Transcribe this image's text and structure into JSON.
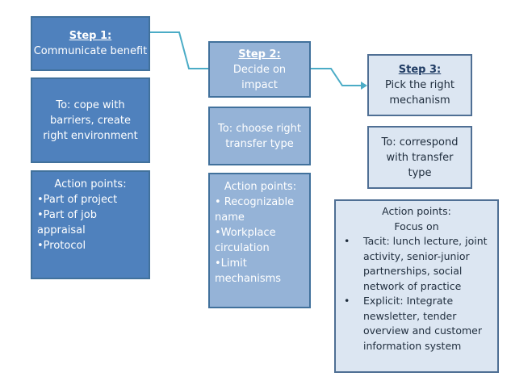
{
  "step1": {
    "title": "Step 1:",
    "text": "Communicate benefit",
    "goal": "To: cope with barriers, create right environment",
    "action_title": "Action points:",
    "items": [
      "•Part of project",
      "•Part of job appraisal",
      "•Protocol"
    ]
  },
  "step2": {
    "title": "Step 2:",
    "text": "Decide on impact",
    "goal": "To: choose right transfer type",
    "action_title": "Action points:",
    "items": [
      "• Recognizable name",
      "•Workplace circulation",
      "•Limit mechanisms"
    ]
  },
  "step3": {
    "title": "Step 3:",
    "text": "Pick the right mechanism",
    "goal": "To: correspond with transfer type",
    "action_title": "Action points:",
    "focus": "Focus on",
    "items": [
      "Tacit: lunch lecture, joint activity, senior-junior partnerships, social network of practice",
      "Explicit: Integrate newsletter, tender overview and customer information system"
    ],
    "bullet": "•"
  },
  "colors": {
    "dark": "#4f81bd",
    "mid": "#95b3d7",
    "light": "#dce6f2",
    "arrow": "#4bacc6"
  }
}
